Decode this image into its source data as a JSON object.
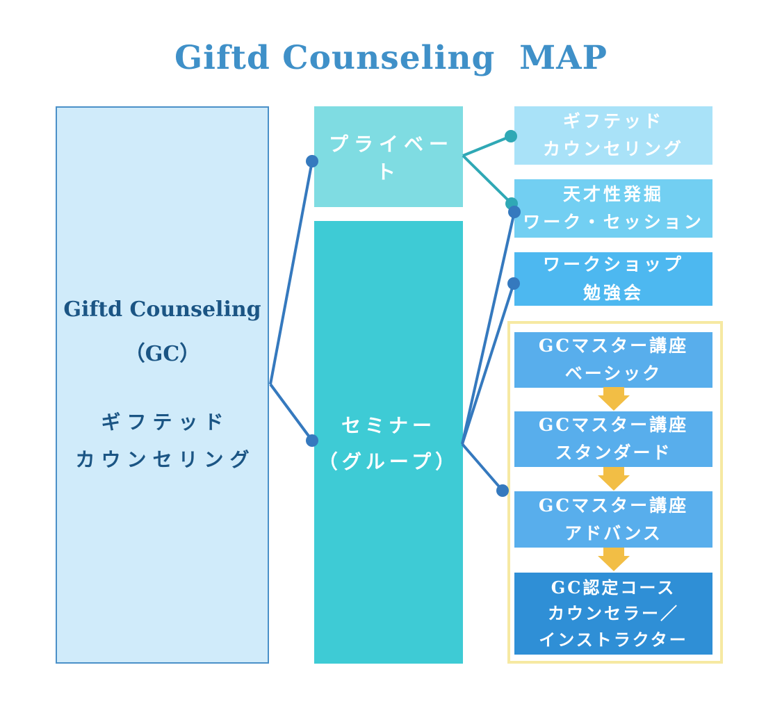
{
  "title": "Giftd Counseling  MAP",
  "root": {
    "name_en": "Giftd Counseling",
    "abbr": "（GC）",
    "name_ja_line1": "ギフテッド",
    "name_ja_line2": "カウンセリング"
  },
  "categories": {
    "private": {
      "label": "プライベート"
    },
    "seminar": {
      "line1": "セミナー",
      "line2": "（グループ）"
    }
  },
  "offerings": {
    "gifted_counseling": {
      "line1": "ギフテッド",
      "line2": "カウンセリング"
    },
    "genius_work_session": {
      "line1": "天才性発掘",
      "line2": "ワーク・セッション"
    },
    "workshop_study": {
      "line1": "ワークショップ",
      "line2": "勉強会"
    }
  },
  "course_track": {
    "basic": {
      "line1": "GCマスター講座",
      "line2": "ベーシック"
    },
    "standard": {
      "line1": "GCマスター講座",
      "line2": "スタンダード"
    },
    "advance": {
      "line1": "GCマスター講座",
      "line2": "アドバンス"
    },
    "certified": {
      "line1": "GC認定コース",
      "line2": "カウンセラー／",
      "line3": "インストラクター"
    }
  },
  "connections": [
    {
      "from": "root",
      "to": "private"
    },
    {
      "from": "root",
      "to": "seminar"
    },
    {
      "from": "private",
      "to": "gifted_counseling"
    },
    {
      "from": "private",
      "to": "genius_work_session"
    },
    {
      "from": "seminar",
      "to": "genius_work_session"
    },
    {
      "from": "seminar",
      "to": "workshop_study"
    },
    {
      "from": "seminar",
      "to": "course_track"
    }
  ],
  "colors": {
    "title-text": "#3f90c8",
    "root-fill": "#d0ebfa",
    "root-border": "#4a90c8",
    "root-text": "#1b5584",
    "private-fill": "#7fdce2",
    "seminar-fill": "#3ecbd5",
    "offering1-fill": "#a9e2f8",
    "offering2-fill": "#72cff2",
    "offering3-fill": "#4db8f0",
    "course-fill": "#58aeec",
    "certified-fill": "#2f8fd6",
    "track-border": "#f6e9a2",
    "arrow": "#f2be45",
    "connector-blue": "#3579be",
    "connector-teal": "#2fa8b5",
    "box-text": "#ffffff"
  }
}
